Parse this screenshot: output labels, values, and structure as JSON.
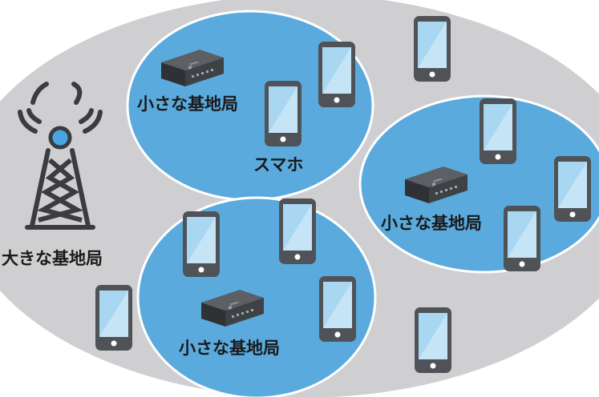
{
  "labels": {
    "macro_station": "大きな基地局",
    "small_station": "小さな基地局",
    "smartphone": "スマホ"
  },
  "colors": {
    "macro_area": "#cfcfd1",
    "small_cell": "#5aaade",
    "cell_border": "#ffffff",
    "device_body": "#4f5257",
    "screen": "#a9d7f2",
    "tower_light": "#47a6e6",
    "base_unit": "#3b3d40"
  },
  "icons": {
    "tower": "radio-tower-icon",
    "small_base_station": "router-icon",
    "phone": "smartphone-icon"
  }
}
